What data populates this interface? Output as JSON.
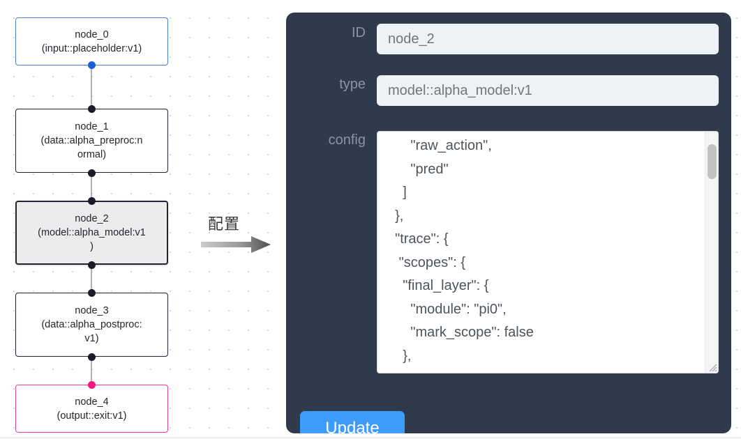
{
  "graph": {
    "nodes": [
      {
        "id": "node_0",
        "label": "node_0\n(input::placeholder:v1)",
        "state": "source",
        "border_color": "#4b7fd0",
        "handle_color": "#1d5fd6"
      },
      {
        "id": "node_1",
        "label": "node_1\n(data::alpha_preproc:n\normal)",
        "state": "normal",
        "border_color": "#1c2333",
        "handle_color": "#1a1a28"
      },
      {
        "id": "node_2",
        "label": "node_2\n(model::alpha_model:v1\n)",
        "state": "selected",
        "border_color": "#20242d",
        "handle_color": "#1a1a28"
      },
      {
        "id": "node_3",
        "label": "node_3\n(data::alpha_postproc:\nv1)",
        "state": "normal",
        "border_color": "#1c2333",
        "handle_color": "#1a1a28"
      },
      {
        "id": "node_4",
        "label": "node_4\n(output::exit:v1)",
        "state": "sink",
        "border_color": "#e8428f",
        "handle_color": "#f0167e"
      }
    ],
    "edges": [
      {
        "from": "node_0",
        "to": "node_1"
      },
      {
        "from": "node_1",
        "to": "node_2"
      },
      {
        "from": "node_2",
        "to": "node_3"
      },
      {
        "from": "node_3",
        "to": "node_4"
      }
    ]
  },
  "annotation": {
    "label": "配置",
    "arrow_icon": "right-arrow-icon",
    "arrow_color_start": "#c8c8c8",
    "arrow_color_end": "#5a5a5a"
  },
  "panel": {
    "background_color": "#2f3a4d",
    "fields": {
      "id": {
        "label": "ID",
        "value": "node_2",
        "placeholder": "node_2"
      },
      "type": {
        "label": "type",
        "value": "model::alpha_model:v1",
        "placeholder": "model::alpha_model:v1"
      },
      "config": {
        "label": "config",
        "value": "      \"raw_action\",\n      \"pred\"\n    ]\n  },\n  \"trace\": {\n   \"scopes\": {\n    \"final_layer\": {\n      \"module\": \"pi0\",\n      \"mark_scope\": false\n    },\n    \"action_model\": {"
      }
    },
    "update_button": {
      "label": "Update",
      "color": "#3d9bfa"
    }
  }
}
